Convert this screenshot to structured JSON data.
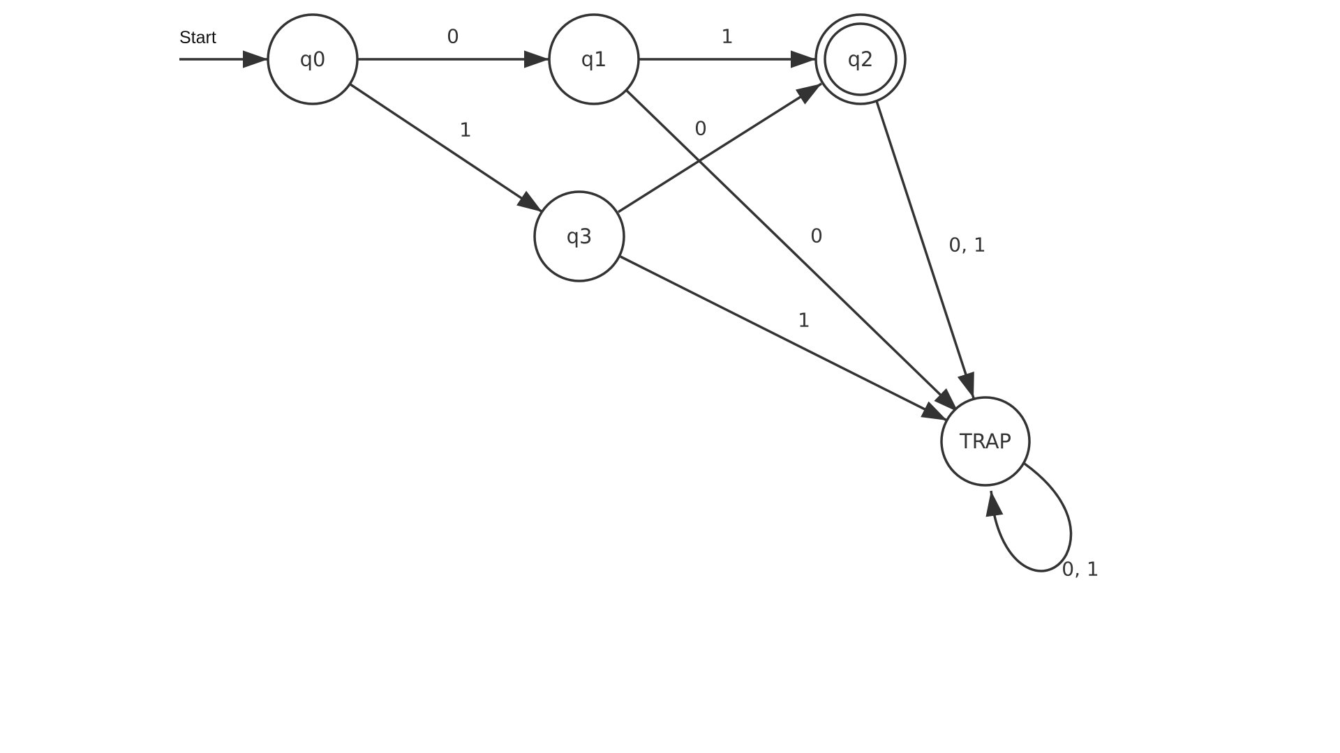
{
  "diagram": {
    "title": "DFA",
    "start_label": "Start",
    "states": {
      "q0": "q0",
      "q1": "q1",
      "q2": "q2",
      "q3": "q3",
      "trap": "TRAP"
    },
    "accepting": [
      "q2"
    ],
    "transitions": [
      {
        "from": "q0",
        "to": "q1",
        "label": "0"
      },
      {
        "from": "q1",
        "to": "q2",
        "label": "1"
      },
      {
        "from": "q0",
        "to": "q3",
        "label": "1"
      },
      {
        "from": "q3",
        "to": "q2",
        "label": "0"
      },
      {
        "from": "q1",
        "to": "TRAP",
        "label": "0"
      },
      {
        "from": "q2",
        "to": "TRAP",
        "label": "0, 1"
      },
      {
        "from": "q3",
        "to": "TRAP",
        "label": "1"
      },
      {
        "from": "TRAP",
        "to": "TRAP",
        "label": "0, 1"
      }
    ]
  }
}
